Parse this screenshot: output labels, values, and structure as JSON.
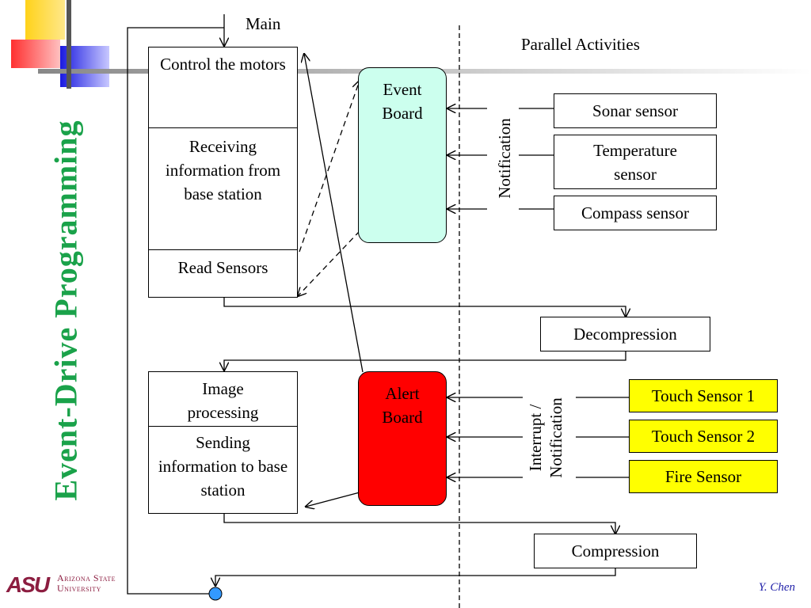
{
  "title": "Event-Drive Programming",
  "main_label": "Main",
  "parallel_label": "Parallel Activities",
  "main_stack_top": [
    "Control the motors",
    "Receiving information from base station",
    "Read Sensors"
  ],
  "decompression": "Decompression",
  "main_stack_bottom": [
    "Image processing",
    "Sending information to base station"
  ],
  "compression": "Compression",
  "event_board": "Event Board",
  "alert_board": "Alert Board",
  "notification_label": "Notification",
  "interrupt_label_1": "Interrupt /",
  "interrupt_label_2": "Notification",
  "sensors_top": [
    "Sonar sensor",
    "Temperature sensor",
    "Compass sensor"
  ],
  "sensors_bottom": [
    "Touch Sensor 1",
    "Touch Sensor 2",
    "Fire Sensor"
  ],
  "footer": {
    "university_line1": "Arizona State",
    "university_line2": "University",
    "logo_mark": "ASU",
    "author": "Y. Chen"
  },
  "colors": {
    "title": "#1aa24a",
    "event_board": "#ccffee",
    "alert_board": "#ff0000",
    "touch_sensor": "#ffff00",
    "asu_maroon": "#8c1d40",
    "deco_yellow": "#ffd21a",
    "deco_blue": "#2a2adf",
    "deco_red": "#ff4040",
    "author": "#2222aa"
  },
  "icons": {
    "loop_node": "circle-node-icon"
  }
}
